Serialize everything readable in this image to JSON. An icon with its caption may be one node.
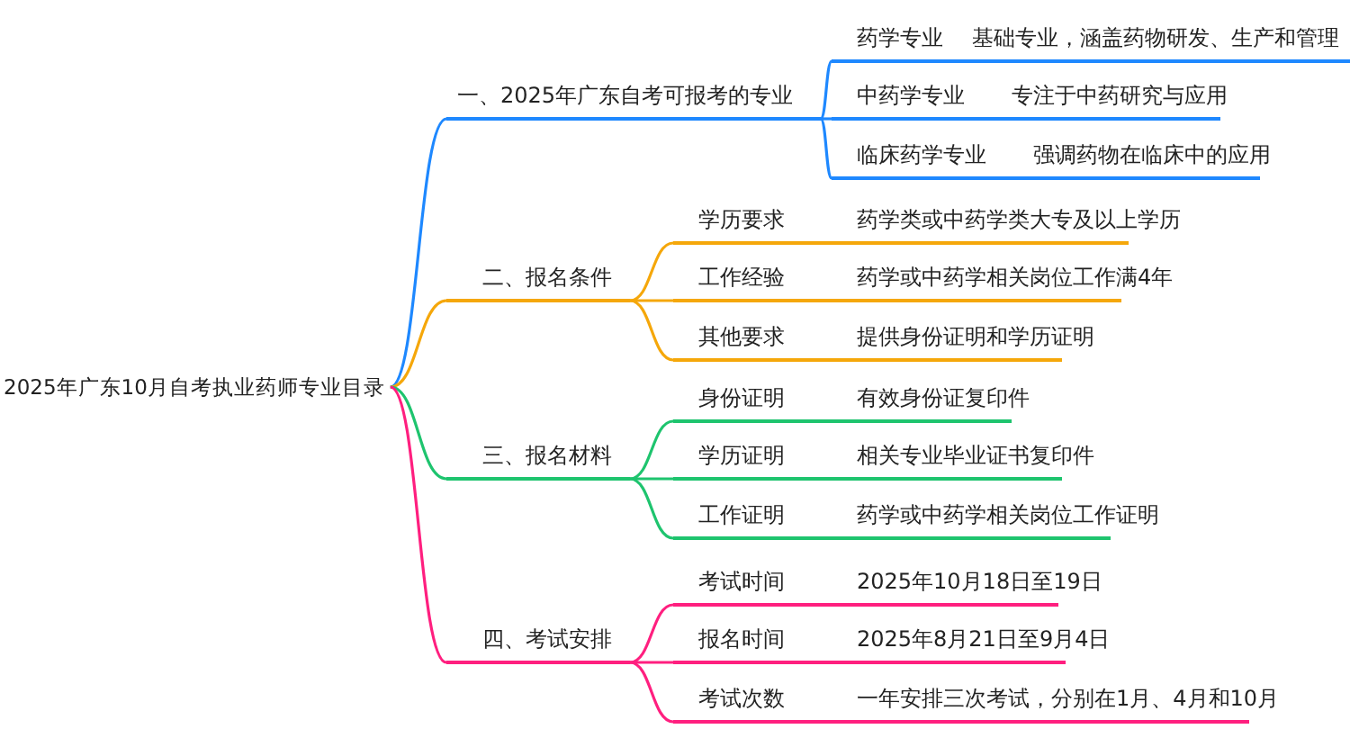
{
  "diagram": {
    "nodes": [
      {
        "text": [
          "2025年广东10月自考执业药师专业目录"
        ]
      },
      {
        "text": [
          "一、2025年广东自考可报考的专业"
        ]
      },
      {
        "text": [
          "药学专业",
          "基础专业，涵盖药物研发、生产和管理"
        ]
      },
      {
        "text": [
          "中药学专业",
          "专注于中药研究与应用"
        ]
      },
      {
        "text": [
          "临床药学专业",
          "强调药物在临床中的应用"
        ]
      },
      {
        "text": [
          "二、报名条件"
        ]
      },
      {
        "text": [
          "学历要求",
          "药学类或中药学类大专及以上学历"
        ]
      },
      {
        "text": [
          "工作经验",
          "药学或中药学相关岗位工作满4年"
        ]
      },
      {
        "text": [
          "其他要求",
          "提供身份证明和学历证明"
        ]
      },
      {
        "text": [
          "三、报名材料"
        ]
      },
      {
        "text": [
          "身份证明",
          "有效身份证复印件"
        ]
      },
      {
        "text": [
          "学历证明",
          "相关专业毕业证书复印件"
        ]
      },
      {
        "text": [
          "工作证明",
          "药学或中药学相关岗位工作证明"
        ]
      },
      {
        "text": [
          "四、考试安排"
        ]
      },
      {
        "text": [
          "考试时间",
          "2025年10月18日至19日"
        ]
      },
      {
        "text": [
          "报名时间",
          "2025年8月21日至9月4日"
        ]
      },
      {
        "text": [
          "考试次数",
          "一年安排三次考试，分别在1月、4月和10月"
        ]
      }
    ],
    "edges": [
      {
        "from": 0,
        "to": 1,
        "arrow": "none",
        "color": "#1e88ff"
      },
      {
        "from": 1,
        "to": 2,
        "arrow": "none",
        "color": "#1e88ff"
      },
      {
        "from": 1,
        "to": 3,
        "arrow": "none",
        "color": "#1e88ff"
      },
      {
        "from": 1,
        "to": 4,
        "arrow": "none",
        "color": "#1e88ff"
      },
      {
        "from": 0,
        "to": 5,
        "arrow": "none",
        "color": "#f5a70a"
      },
      {
        "from": 5,
        "to": 6,
        "arrow": "none",
        "color": "#f5a70a"
      },
      {
        "from": 5,
        "to": 7,
        "arrow": "none",
        "color": "#f5a70a"
      },
      {
        "from": 5,
        "to": 8,
        "arrow": "none",
        "color": "#f5a70a"
      },
      {
        "from": 0,
        "to": 9,
        "arrow": "none",
        "color": "#1ec46e"
      },
      {
        "from": 9,
        "to": 10,
        "arrow": "none",
        "color": "#1ec46e"
      },
      {
        "from": 9,
        "to": 11,
        "arrow": "none",
        "color": "#1ec46e"
      },
      {
        "from": 9,
        "to": 12,
        "arrow": "none",
        "color": "#1ec46e"
      },
      {
        "from": 0,
        "to": 13,
        "arrow": "none",
        "color": "#ff1f7f"
      },
      {
        "from": 13,
        "to": 14,
        "arrow": "none",
        "color": "#ff1f7f"
      },
      {
        "from": 13,
        "to": 15,
        "arrow": "none",
        "color": "#ff1f7f"
      },
      {
        "from": 13,
        "to": 16,
        "arrow": "none",
        "color": "#ff1f7f"
      }
    ]
  }
}
